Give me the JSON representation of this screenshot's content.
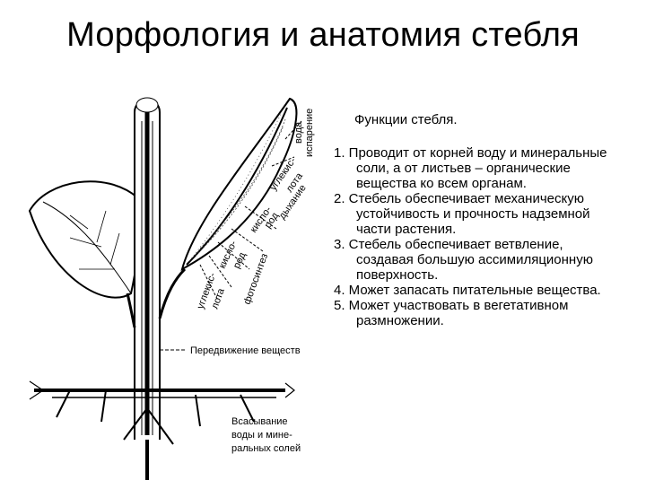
{
  "title": "Морфология и анатомия стебля",
  "figure": {
    "labels": {
      "evaporation": "испарение",
      "water": "вода",
      "co2_right": "углекис-",
      "co2_right2": "лота",
      "o2_right": "кисло-",
      "o2_right2": "род",
      "respiration": "дыхание",
      "o2_left": "кисло-",
      "o2_left2": "род",
      "co2_left": "углекис-",
      "co2_left2": "лота",
      "photosynthesis": "фотосинтез",
      "movement": "Передвижение веществ",
      "absorption1": "Всасывание",
      "absorption2": "воды и мине-",
      "absorption3": "ральных солей"
    }
  },
  "functions": {
    "heading": "Функции стебля.",
    "items": [
      "1. Проводит от корней воду и минеральные соли, а от листьев – органические вещества ко всем органам.",
      "2. Стебель обеспечивает механическую устойчивость и прочность надземной части растения.",
      "3. Стебель обеспечивает ветвление, создавая большую ассимиляционную поверхность.",
      "4. Может запасать питательные вещества.",
      "5. Может участвовать в вегетативном размножении."
    ]
  }
}
